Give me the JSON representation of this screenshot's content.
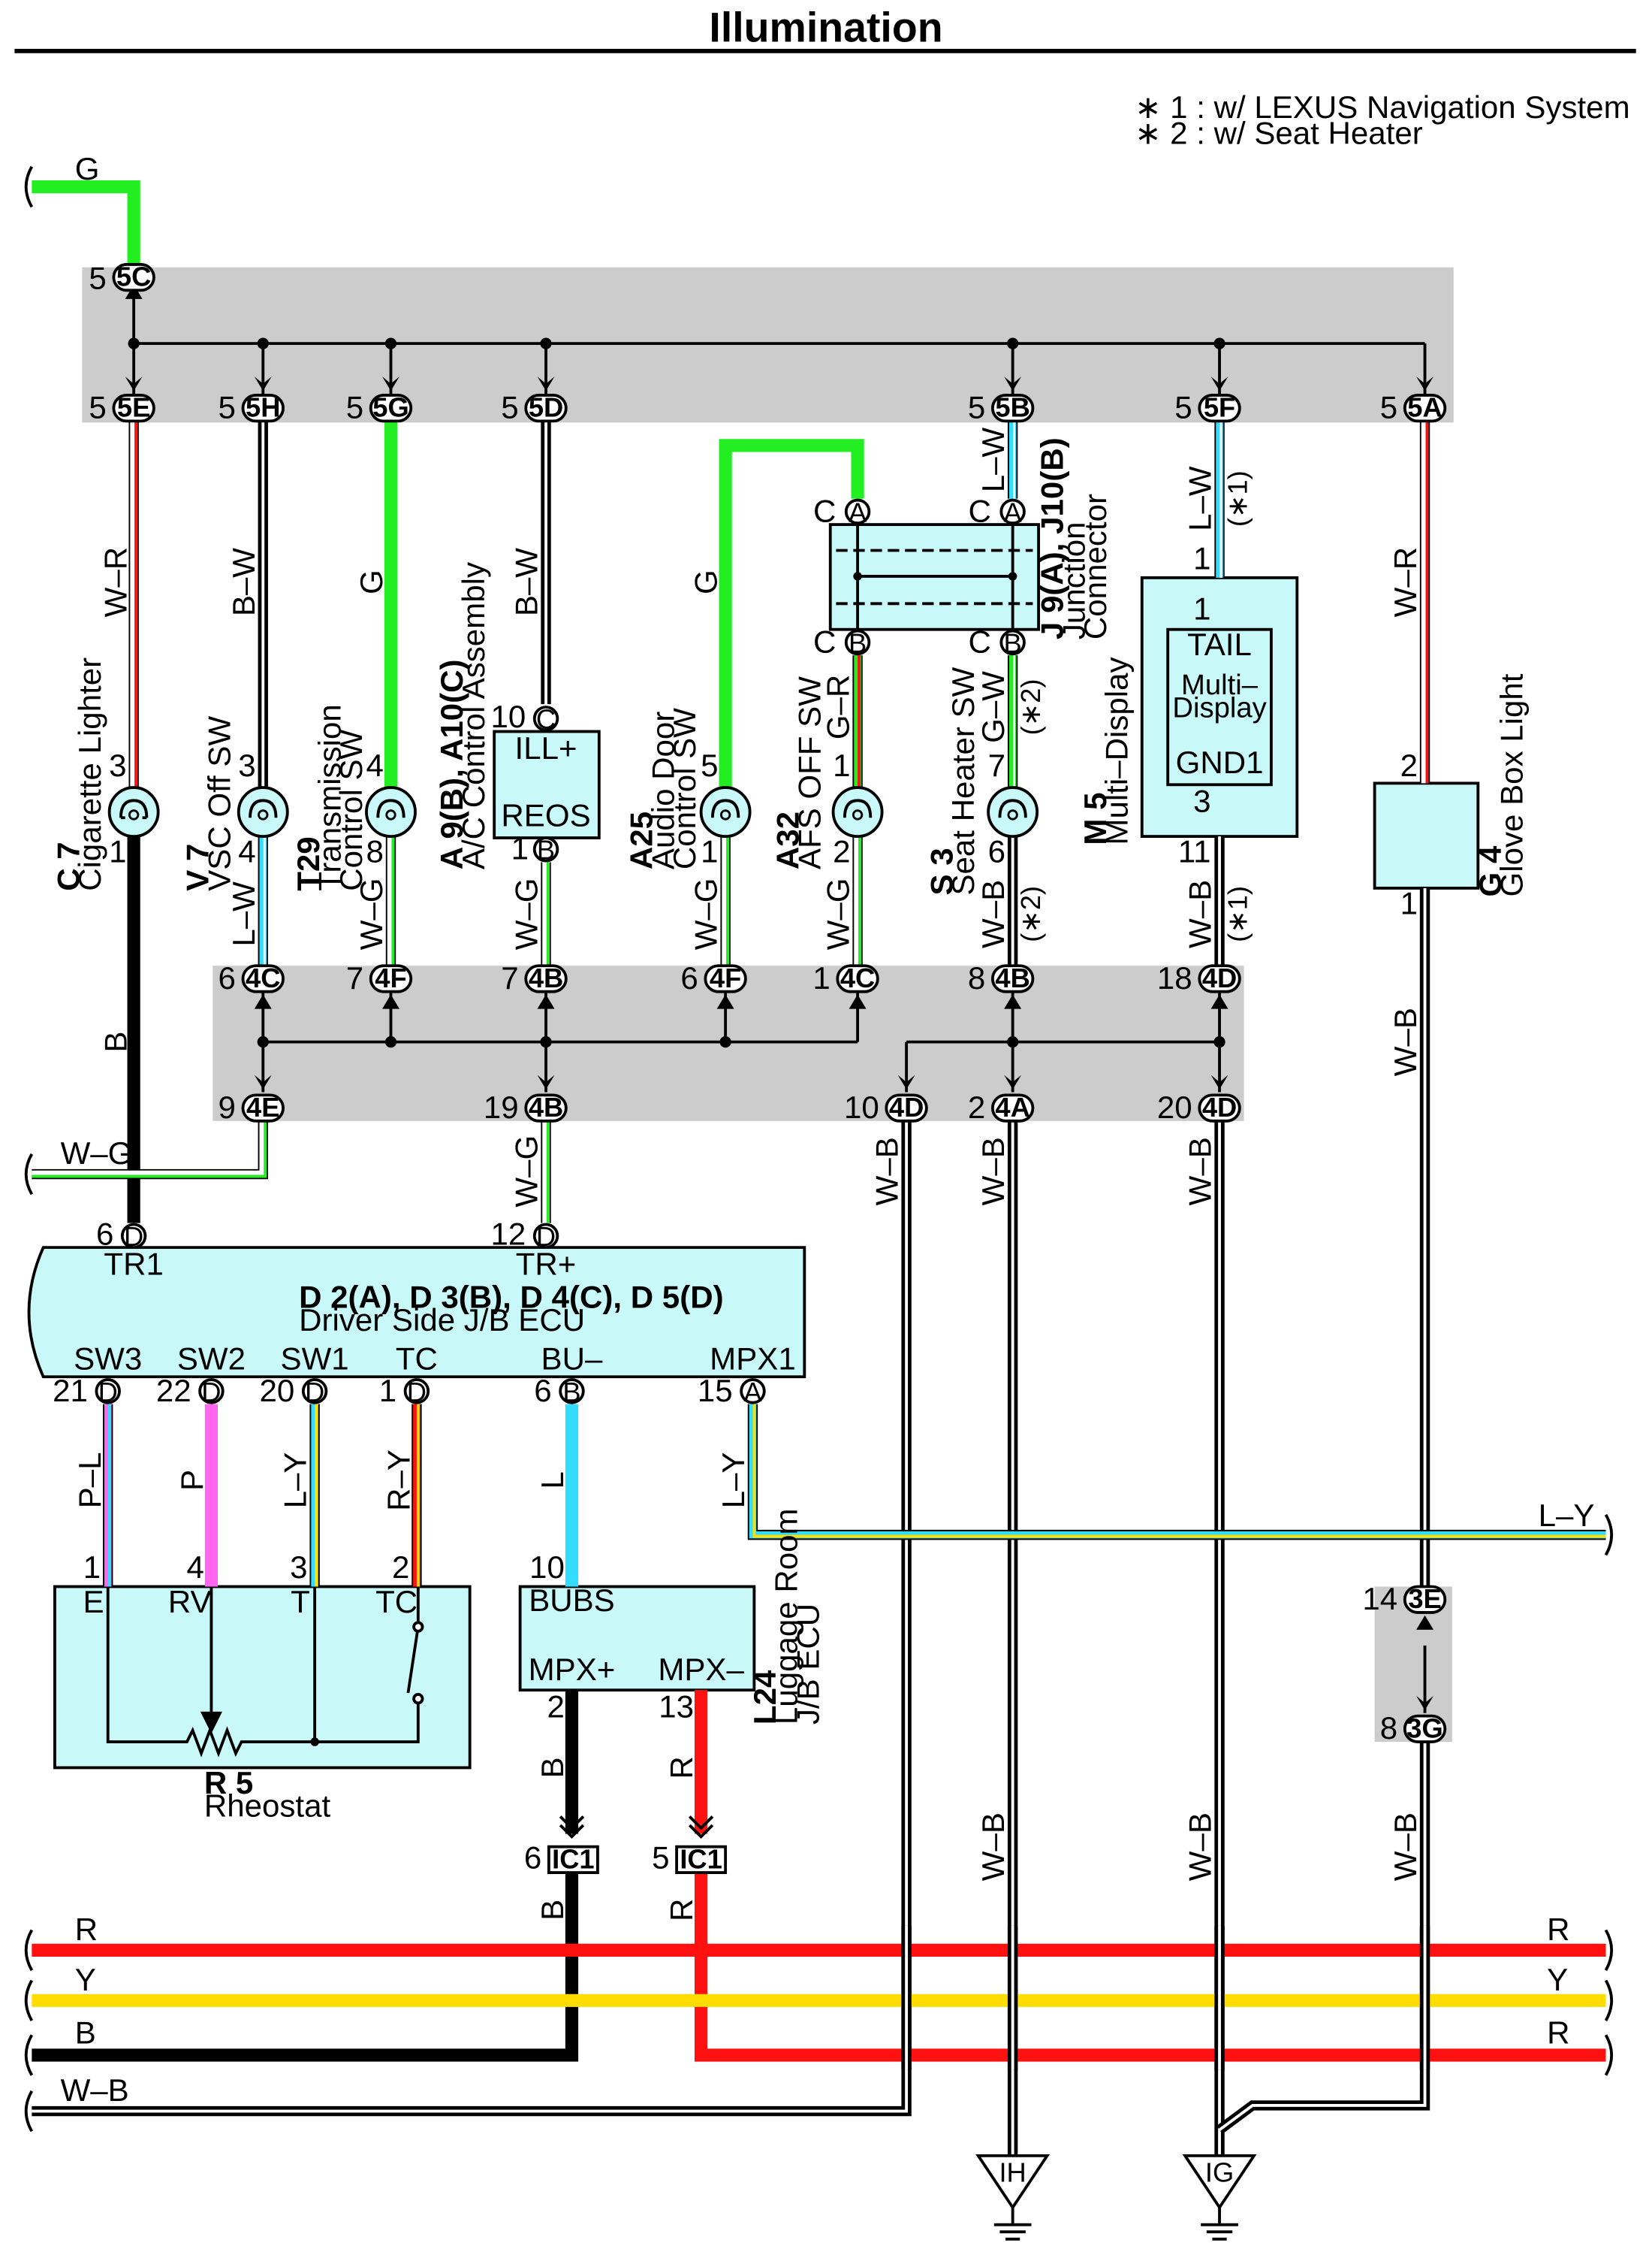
{
  "title": "Illumination",
  "notes": [
    "∗ 1 : w/ LEXUS Navigation System",
    "∗ 2 : w/ Seat Heater"
  ],
  "colors": {
    "G": "#22ee22",
    "L": "#33ddff",
    "R": "#ff1111",
    "Y": "#ffdd00",
    "B": "#000000",
    "P": "#ff66ee",
    "W": "#ffffff",
    "box": "#c8f8f8",
    "jb": "#cccccc"
  },
  "connectors": {
    "c5C": "5C",
    "c5E": "5E",
    "c5H": "5H",
    "c5G": "5G",
    "c5D": "5D",
    "c5B": "5B",
    "c5F": "5F",
    "c5A": "5A",
    "c4Ct": "4C",
    "c4Ft": "4F",
    "c4Bt": "4B",
    "c4Ft2": "4F",
    "c4Ct2": "4C",
    "c4Bt2": "4B",
    "c4Dt": "4D",
    "c4E": "4E",
    "c4B": "4B",
    "c4D10": "4D",
    "c4A": "4A",
    "c4D20": "4D",
    "c3E": "3E",
    "c3G": "3G",
    "cIC1a": "IC1",
    "cIC1b": "IC1",
    "cD": "D",
    "cA": "A",
    "cB": "B",
    "cC": "C"
  },
  "pins": {
    "p5": "5",
    "p3": "3",
    "p4": "4",
    "p8": "8",
    "p1": "1",
    "p2": "2",
    "p6": "6",
    "p7": "7",
    "p9": "9",
    "p10": "10",
    "p11": "11",
    "p12": "12",
    "p13": "13",
    "p14": "14",
    "p15": "15",
    "p18": "18",
    "p19": "19",
    "p20": "20",
    "p21": "21",
    "p22": "22"
  },
  "wires": {
    "G": "G",
    "W_R": "W–R",
    "B_W": "B–W",
    "L_W": "L–W",
    "W_G": "W–G",
    "W_B": "W–B",
    "G_R": "G–R",
    "G_W": "G–W",
    "B": "B",
    "P_L": "P–L",
    "P": "P",
    "L_Y": "L–Y",
    "R_Y": "R–Y",
    "L": "L",
    "R": "R",
    "Y": "Y",
    "star1": "(∗1)",
    "star2": "(∗2)"
  },
  "components": {
    "C7": {
      "code": "C 7",
      "name": "Cigarette Lighter"
    },
    "V7": {
      "code": "V 7",
      "name": "VSC Off SW"
    },
    "T29": {
      "code": "T29",
      "name1": "Transmission",
      "name2": "Control SW"
    },
    "A9": {
      "code": "A 9(B), A10(C)",
      "name": "A/C Control Assembly",
      "pin_ill": "ILL+",
      "pin_reos": "REOS"
    },
    "A25": {
      "code": "A25",
      "name1": "Audio Door",
      "name2": "Control SW"
    },
    "A32": {
      "code": "A32",
      "name": "AFS OFF SW"
    },
    "S3": {
      "code": "S 3",
      "name": "Seat Heater SW"
    },
    "J9": {
      "code": "J 9(A), J10(B)",
      "name1": "Junction",
      "name2": "Connector"
    },
    "M5": {
      "code": "M 5",
      "name": "Multi–Display",
      "tail": "TAIL",
      "inner1": "Multi–",
      "inner2": "Display",
      "gnd": "GND1"
    },
    "G4": {
      "code": "G 4",
      "name": "Glove Box Light"
    },
    "D2": {
      "code": "D 2(A), D 3(B), D 4(C), D 5(D)",
      "name": "Driver Side J/B ECU",
      "tr1": "TR1",
      "trp": "TR+",
      "sw3": "SW3",
      "sw2": "SW2",
      "sw1": "SW1",
      "tc": "TC",
      "bu": "BU–",
      "mpx1": "MPX1"
    },
    "R5": {
      "code": "R 5",
      "name": "Rheostat",
      "e": "E",
      "rv": "RV",
      "t": "T",
      "tc": "TC"
    },
    "L24": {
      "code": "L24",
      "name1": "Luggage Room",
      "name2": "J/B ECU",
      "bubs": "BUBS",
      "mpxp": "MPX+",
      "mpxm": "MPX–"
    }
  },
  "grounds": {
    "IH": "IH",
    "IG": "IG"
  }
}
